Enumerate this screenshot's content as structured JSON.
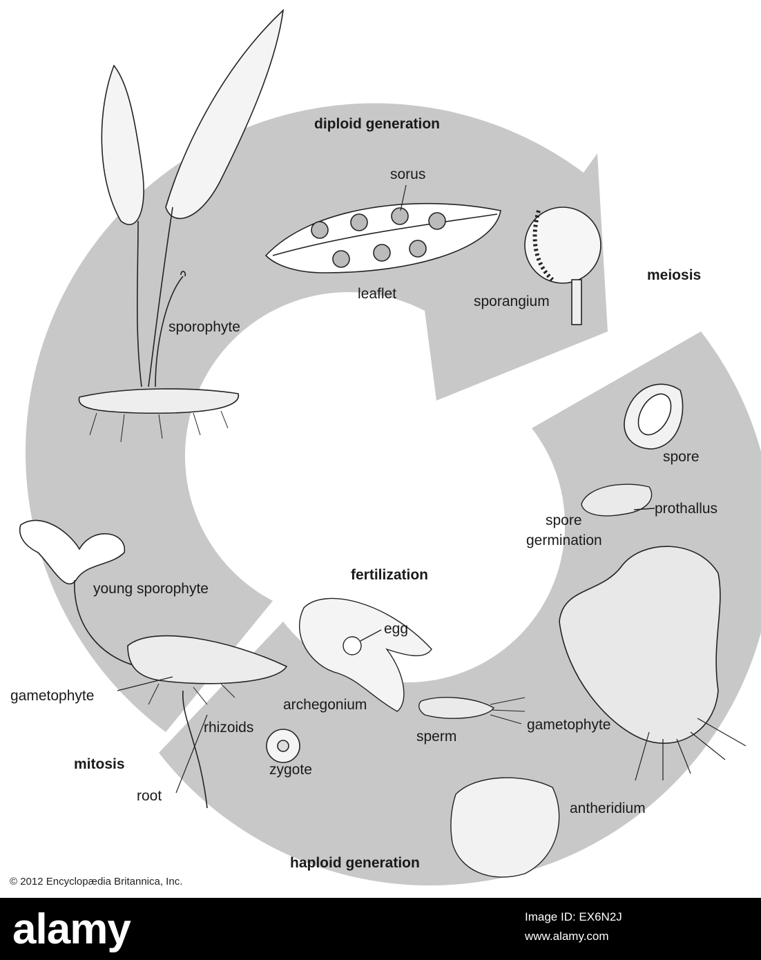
{
  "stages": {
    "diploid_generation": "diploid generation",
    "meiosis": "meiosis",
    "fertilization": "fertilization",
    "mitosis": "mitosis",
    "haploid_generation": "haploid generation"
  },
  "labels": {
    "sorus": "sorus",
    "leaflet": "leaflet",
    "sporangium": "sporangium",
    "sporophyte": "sporophyte",
    "spore": "spore",
    "prothallus": "prothallus",
    "spore_germination_1": "spore",
    "spore_germination_2": "germination",
    "young_sporophyte": "young sporophyte",
    "gametophyte_left": "gametophyte",
    "egg": "egg",
    "archegonium": "archegonium",
    "rhizoids": "rhizoids",
    "zygote": "zygote",
    "root": "root",
    "sperm": "sperm",
    "gametophyte_right": "gametophyte",
    "antheridium": "antheridium"
  },
  "credit": "© 2012 Encyclopædia Britannica, Inc.",
  "footer": {
    "logo": "alamy",
    "image_id": "Image ID: EX6N2J",
    "url": "www.alamy.com"
  },
  "colors": {
    "ring": "#c8c8c8",
    "ink": "#1a1a1a",
    "footer_bg": "#000000"
  }
}
